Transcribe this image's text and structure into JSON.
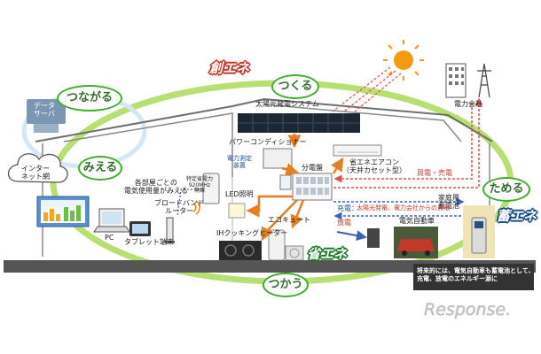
{
  "bubbles": {
    "tsukuru": "つくる",
    "tsunagaru": "つながる",
    "mieru": "みえる",
    "tameru": "ためる",
    "tsukau": "つかう"
  },
  "badges": {
    "sou_ene": "創エネ",
    "chiku_ene": "蓄エネ",
    "shou_ene": "省エネ"
  },
  "labels": {
    "solar": "太陽光発電システム",
    "power_company": "電力会社",
    "data_server": "データ\nサーバ",
    "internet": "インター\nネット網",
    "power_conditioner": "パワーコンディショナー",
    "energy_saving_ac": "省エネエアコン\n（天井カセット型）",
    "distribution_board": "分電盤",
    "power_meter": "電力測定\n装置",
    "per_room": "各部屋ごとの\n電気使用量がみえる",
    "smart_meter": "特定省電力\n920MHz\n無線",
    "broadband_router": "ブロードバンド\nルーター",
    "led": "LED照明",
    "ecocute": "エコキュート",
    "ih_heater": "IHクッキングヒーター",
    "pc": "PC",
    "tablet": "タブレット端末",
    "discharge": "放電",
    "ev": "電気自動車",
    "home_battery": "家庭用\n蓄電池",
    "buy_sell": "買電・売電",
    "charge_prefix": "充電：",
    "charge_detail": "太陽光発電、電力会社からの買電",
    "future_note": "将来的には、電気自動車も蓄電池として、\n充電、放電のエネルギー源に"
  },
  "watermark": "Response.",
  "colors": {
    "accent_green": "#3fae2a",
    "loop_green": "#b8df72",
    "arrow_red": "#d9534f",
    "arrow_blue": "#3e63b5",
    "ground": "#555555",
    "solar_panel": "#1c2733",
    "sun": "#f39c12"
  }
}
